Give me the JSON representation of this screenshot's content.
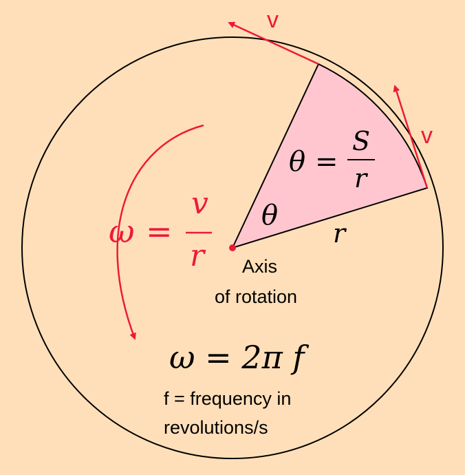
{
  "colors": {
    "background": "#ffdfb9",
    "circle": "#000000",
    "sector_fill": "#ffc6cf",
    "accent_red": "#ec1a3a",
    "text": "#000000"
  },
  "velocity_labels": {
    "top": "v",
    "right": "v"
  },
  "sector": {
    "angle_symbol": "θ",
    "radius_symbol": "r",
    "formula": {
      "lhs": "θ",
      "equals": "=",
      "numerator": "S",
      "denominator": "r"
    }
  },
  "omega_formula": {
    "lhs": "ω",
    "equals": "=",
    "numerator": "v",
    "denominator": "r"
  },
  "axis_label": {
    "line1": "Axis",
    "line2": "of rotation"
  },
  "frequency_formula": {
    "text": "ω = 2π f"
  },
  "frequency_note": {
    "line1": "f = frequency in",
    "line2": "revolutions/s"
  },
  "icons": {
    "velocity_top": "arrow-icon",
    "velocity_right": "arrow-icon",
    "rotation_direction": "curved-arrow-icon",
    "axis_point": "dot-icon"
  }
}
